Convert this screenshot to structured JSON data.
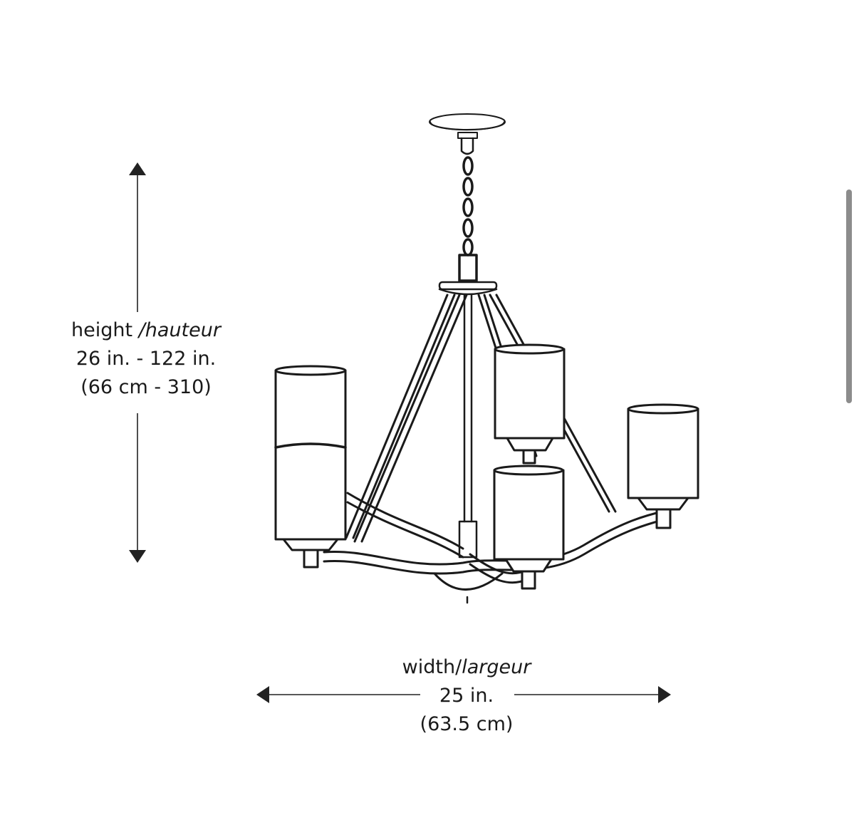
{
  "height": {
    "label": "height ",
    "label_alt": "/hauteur",
    "imperial": "26 in. - 122 in.",
    "metric": "(66 cm - 310)"
  },
  "width": {
    "label": "width/",
    "label_alt": "largeur",
    "imperial": "25 in.",
    "metric": "(63.5 cm)"
  },
  "colors": {
    "line": "#1a1a1a",
    "dimension": "#222222",
    "scrollbar": "#8c8c8c"
  }
}
